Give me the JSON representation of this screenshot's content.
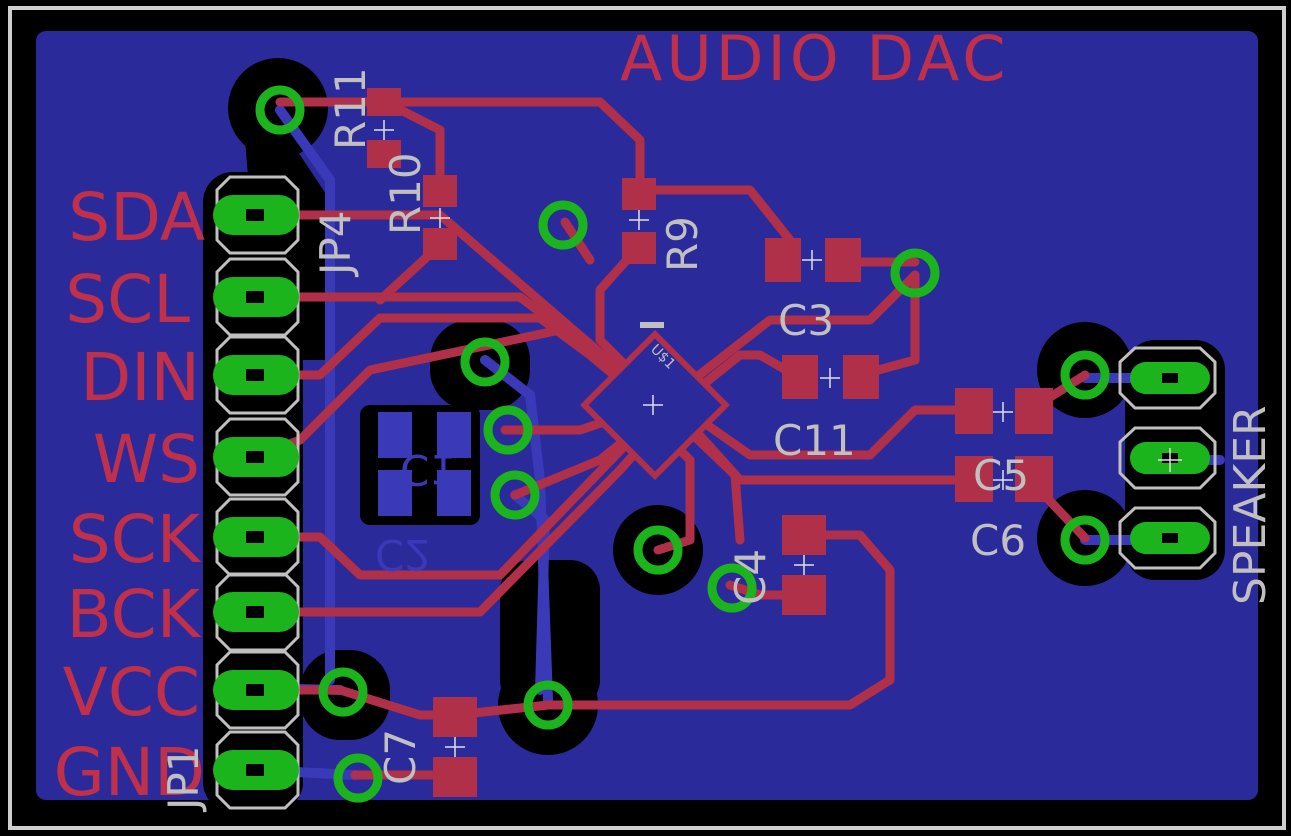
{
  "board": {
    "title": "AUDIO DAC",
    "colors": {
      "background": "#000000",
      "outline": "#cfcfcf",
      "copper_pour": "#2a2a9a",
      "trace_top": "#b0304a",
      "trace_bottom": "#3a3ab8",
      "pad": "#b0304a",
      "via_ring": "#1cb41c",
      "silk": "#c0c0c0",
      "label": "#c0304a"
    }
  },
  "header_pins": [
    {
      "label": "SDA"
    },
    {
      "label": "SCL"
    },
    {
      "label": "DIN"
    },
    {
      "label": "WS"
    },
    {
      "label": "SCK"
    },
    {
      "label": "BCK"
    },
    {
      "label": "VCC"
    },
    {
      "label": "GND"
    }
  ],
  "components": {
    "jp1": "JP1",
    "jp4": "JP4",
    "r9": "R9",
    "r10": "R10",
    "r11": "R11",
    "c1": "C1",
    "c2": "C2",
    "c3": "C3",
    "c4": "C4",
    "c5": "C5",
    "c6": "C6",
    "c7": "C7",
    "c11": "C11",
    "u1": "U$1",
    "speaker": "SPEAKER"
  }
}
